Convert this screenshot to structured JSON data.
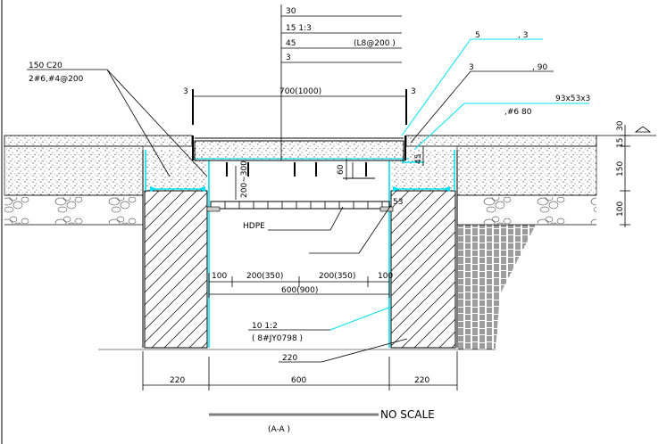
{
  "layers": {
    "l1": "30",
    "l2": "15 1:3",
    "l3": "45",
    "l3b": "(L8@200     )",
    "l4": "3"
  },
  "left_callout": {
    "line1": "150  C20",
    "line2": "2#6,#4@200"
  },
  "right_callouts": {
    "r1a": "5",
    "r1b": ", 3",
    "r2a": "3",
    "r2b": ", 90",
    "r3": "93x53x3",
    "r4": ",#6  80"
  },
  "top_dims": {
    "left3": "3",
    "span": "700(1000)",
    "right3": "3"
  },
  "vertical_dims": {
    "d30": "30",
    "d15": "15",
    "d150": "150",
    "d100": "100",
    "d60": "60",
    "d45": "45",
    "d200_300": "200~300",
    "d53": "53"
  },
  "hdpe": "HDPE",
  "inner_dims": {
    "d100a": "100",
    "d200a": "200(350)",
    "d200b": "200(350)",
    "d100b": "100",
    "d600": "600(900)"
  },
  "bottom_notes": {
    "n1": "10  1:2",
    "n2": "(      8#JY0798        )",
    "n3": "220"
  },
  "bottom_dims": {
    "b1": "220",
    "b2": "600",
    "b3": "220"
  },
  "footer": {
    "no_scale": "NO SCALE",
    "section": "(A-A       )"
  },
  "colors": {
    "cyan": "#00e0f0",
    "line": "#000000",
    "grey": "#808080"
  }
}
